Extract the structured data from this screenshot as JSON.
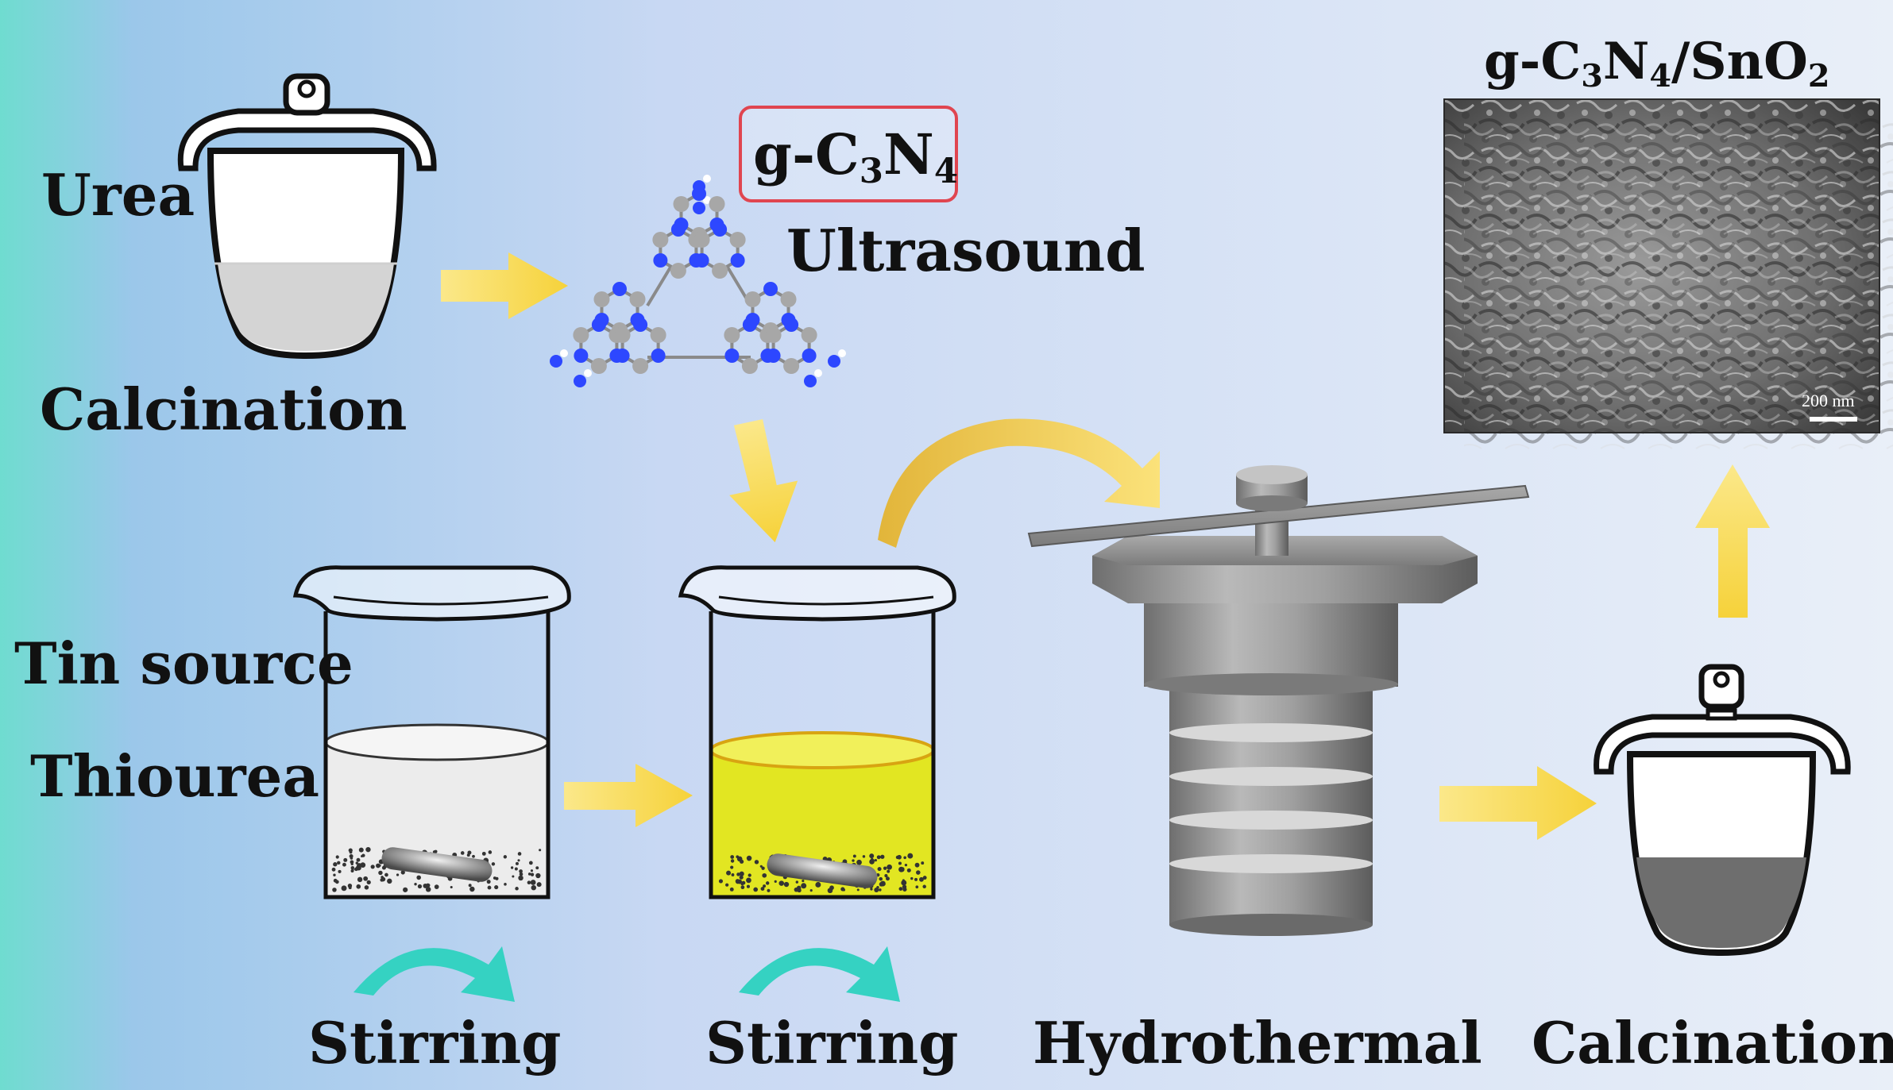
{
  "labels": {
    "urea": "Urea",
    "calcination_top": "Calcination",
    "gcn_prefix": "g-C",
    "gcn_sub1": "3",
    "gcn_mid": "N",
    "gcn_sub2": "4",
    "ultrasound": "Ultrasound",
    "tin_source": "Tin source",
    "thiourea": "Thiourea",
    "stirring_1": "Stirring",
    "stirring_2": "Stirring",
    "hydrothermal": "Hydrothermal",
    "calcination_bottom": "Calcination",
    "product_prefix": "g-C",
    "product_sub1": "3",
    "product_mid": "N",
    "product_sub2": "4",
    "product_mid2": "/SnO",
    "product_sub3": "2",
    "scale_bar": "200 nm"
  },
  "colors": {
    "background_left": "#6fdcd0",
    "background_mid": "#b3ccf1",
    "background_right": "#e9eff8",
    "arrow_yellow": "#f8d84a",
    "stirring_arrow": "#35d2c2",
    "solution_white": "#ececec",
    "solution_yellow": "#e2e622",
    "autoclave_gray": "#8d8d8d",
    "crucible_fill": "#d4d4d4",
    "crucible_fill_dark": "#6e6e6e",
    "gcn_box_border": "#e04550",
    "nitrogen_atom": "#2d47ff",
    "carbon_atom": "#a7a7a7"
  }
}
